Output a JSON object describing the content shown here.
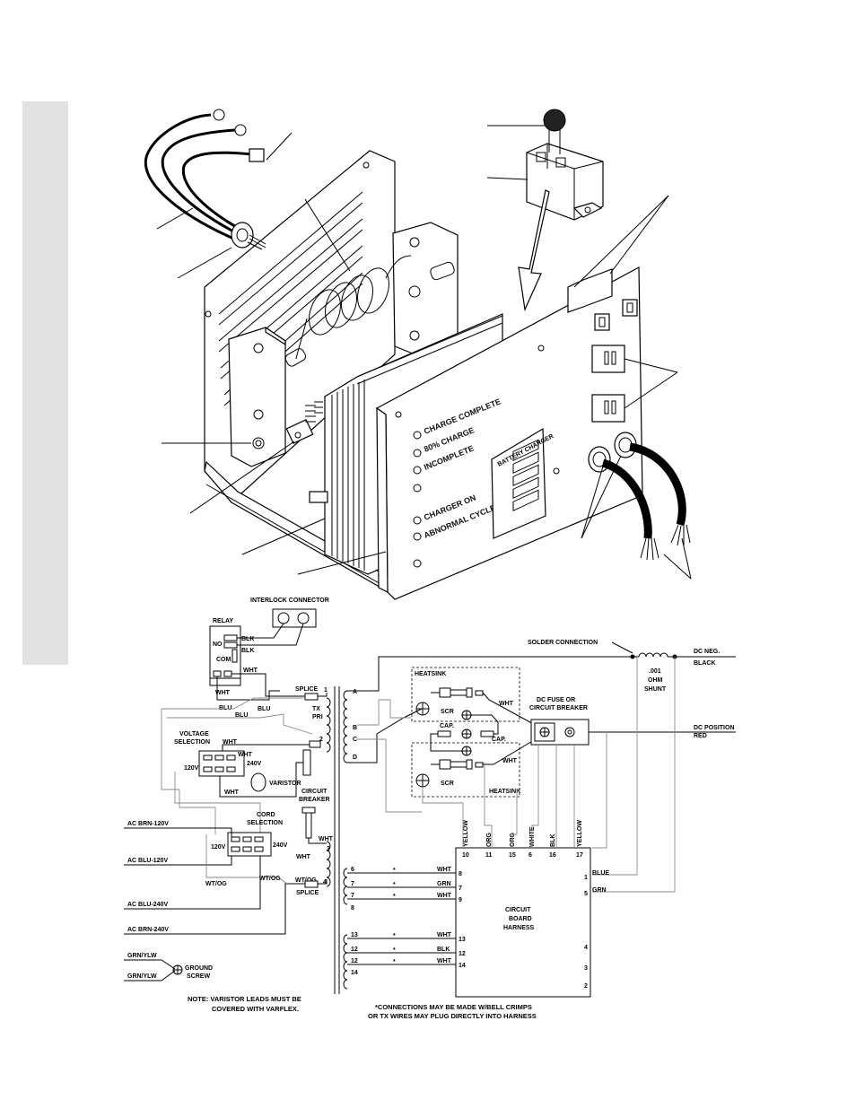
{
  "panel_labels": {
    "charge_complete": "CHARGE COMPLETE",
    "charge_80": "80% CHARGE",
    "incomplete": "INCOMPLETE",
    "charger_on": "CHARGER ON",
    "abnormal_cycle": "ABNORMAL CYCLE",
    "battery_charger": "BATTERY CHARGER"
  },
  "schematic": {
    "interlock_connector": "INTERLOCK CONNECTOR",
    "relay": "RELAY",
    "relay_no": "NO",
    "relay_com": "COM",
    "blk1": "BLK",
    "blk2": "BLK",
    "wht_relay": "WHT",
    "wht_relay2": "WHT",
    "splice_top": "SPLICE",
    "blu1": "BLU",
    "blu2": "BLU",
    "blu3": "BLU",
    "tx": "TX",
    "pri": "PRI",
    "num1": "1",
    "num2": "2",
    "num3": "3",
    "num4": "4",
    "voltage_selection_1": "VOLTAGE",
    "voltage_selection_2": "SELECTION",
    "wht_vs": "WHT",
    "wht_og_vs": "WHT",
    "v120_a": "120V",
    "v240_a": "240V",
    "wht_vs2": "WHT",
    "varistor": "VARISTOR",
    "circuit_breaker_1": "CIRCUIT",
    "circuit_breaker_2": "BREAKER",
    "cord_selection_1": "CORD",
    "cord_selection_2": "SELECTION",
    "v120_b": "120V",
    "v240_b": "240V",
    "wht_cb": "WHT",
    "wt_og_1": "WT/OG",
    "wt_og_2": "WT/OG",
    "wt_og_3": "WT/OG",
    "splice_bottom": "SPLICE",
    "ac_brn_120": "AC BRN-120V",
    "ac_blu_120": "AC BLU-120V",
    "ac_blu_240": "AC BLU-240V",
    "ac_brn_240": "AC BRN-240V",
    "grn_ylw_1": "GRN/YLW",
    "grn_ylw_2": "GRN/YLW",
    "ground_1": "GROUND",
    "ground_2": "SCREW",
    "note_1": "NOTE: VARISTOR LEADS MUST BE",
    "note_2": "COVERED WITH VARFLEX.",
    "sec_a": "A",
    "sec_b": "B",
    "sec_c": "C",
    "sec_d": "D",
    "heatsink_1": "HEATSINK",
    "heatsink_2": "HEATSINK",
    "scr_1": "SCR",
    "scr_2": "SCR",
    "wht_hs1": "WHT",
    "wht_hs2": "WHT",
    "cap_1": "CAP.",
    "cap_2": "CAP.",
    "solder_connection": "SOLDER CONNECTION",
    "shunt_val": ".001",
    "shunt_ohm": "OHM",
    "shunt": "SHUNT",
    "dc_neg": "DC NEG.",
    "black": "BLACK",
    "dc_pos": "DC POSITION",
    "red": "RED",
    "dc_fuse_1": "DC FUSE OR",
    "dc_fuse_2": "CIRCUIT BREAKER",
    "harness_top_colors": [
      "YELLOW",
      "ORG",
      "ORG",
      "WHITE",
      "BLK",
      "YELLOW"
    ],
    "harness_top_pins": [
      "10",
      "11",
      "15",
      "6",
      "16",
      "17"
    ],
    "harness_1": "CIRCUIT",
    "harness_2": "BOARD",
    "harness_3": "HARNESS",
    "right_pin_1": "1",
    "right_pin_5": "5",
    "right_pin_4": "4",
    "right_pin_3": "3",
    "right_pin_2": "2",
    "blue": "BLUE",
    "grn": "GRN",
    "left_wires": [
      {
        "in": "6",
        "color": "WHT",
        "pin": "8"
      },
      {
        "in": "7",
        "color": "GRN",
        "pin": "7"
      },
      {
        "in": "7",
        "color": "WHT",
        "pin": "9"
      },
      {
        "in": "8",
        "color": "",
        "pin": ""
      },
      {
        "in": "13",
        "color": "WHT",
        "pin": "13"
      },
      {
        "in": "12",
        "color": "BLK",
        "pin": "12"
      },
      {
        "in": "12",
        "color": "WHT",
        "pin": "14"
      },
      {
        "in": "14",
        "color": "",
        "pin": ""
      }
    ],
    "star": "*",
    "foot_1": "*CONNECTIONS MAY BE MADE W/BELL CRIMPS",
    "foot_2": "OR TX WIRES MAY PLUG DIRECTLY INTO HARNESS"
  }
}
